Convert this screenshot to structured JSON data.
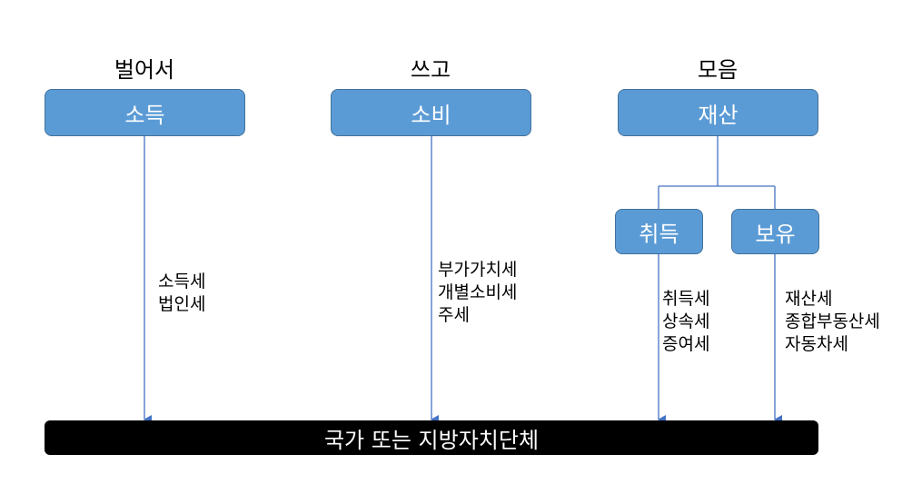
{
  "columns": [
    {
      "heading": "벌어서",
      "box": "소득",
      "taxes": [
        "소득세",
        "법인세"
      ]
    },
    {
      "heading": "쓰고",
      "box": "소비",
      "taxes": [
        "부가가치세",
        "개별소비세",
        "주세"
      ]
    },
    {
      "heading": "모음",
      "box": "재산",
      "children": [
        {
          "box": "취득",
          "taxes": [
            "취득세",
            "상속세",
            "증여세"
          ]
        },
        {
          "box": "보유",
          "taxes": [
            "재산세",
            "종합부동산세",
            "자동차세"
          ]
        }
      ]
    }
  ],
  "target": "국가 또는 지방자치단체",
  "colors": {
    "box_fill": "#5b9bd5",
    "box_border": "#41719c",
    "connector": "#4472c4",
    "target_fill": "#000000"
  }
}
